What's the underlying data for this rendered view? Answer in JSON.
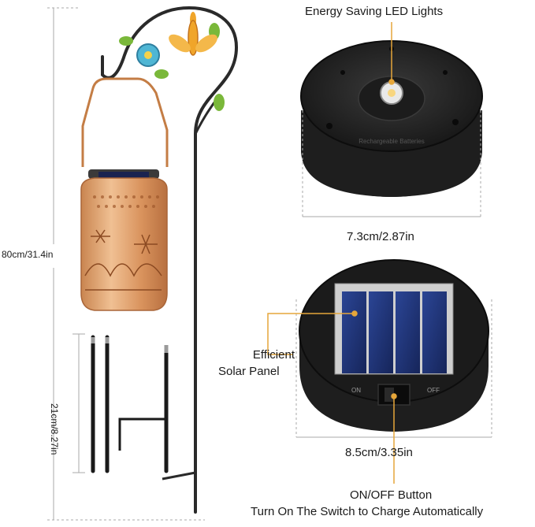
{
  "labels": {
    "led": "Energy Saving LED Lights",
    "top_width": "7.3cm/2.87in",
    "solar_line1": "Efficient",
    "solar_line2": "Solar Panel",
    "bottom_width": "8.5cm/3.35in",
    "button_title": "ON/OFF Button",
    "button_desc": "Turn On The Switch to Charge Automatically",
    "total_height": "80cm/31.4in",
    "stake_height": "21cm/8.27in"
  },
  "device": {
    "top_marks": "Rechargeable Batteries",
    "on": "ON",
    "off": "OFF"
  },
  "colors": {
    "callout": "#e6a63a",
    "device_black": "#1c1c1c",
    "copper": "#d4915a",
    "solar_blue": "#1c2f6b",
    "pole": "#2a2a2a"
  }
}
